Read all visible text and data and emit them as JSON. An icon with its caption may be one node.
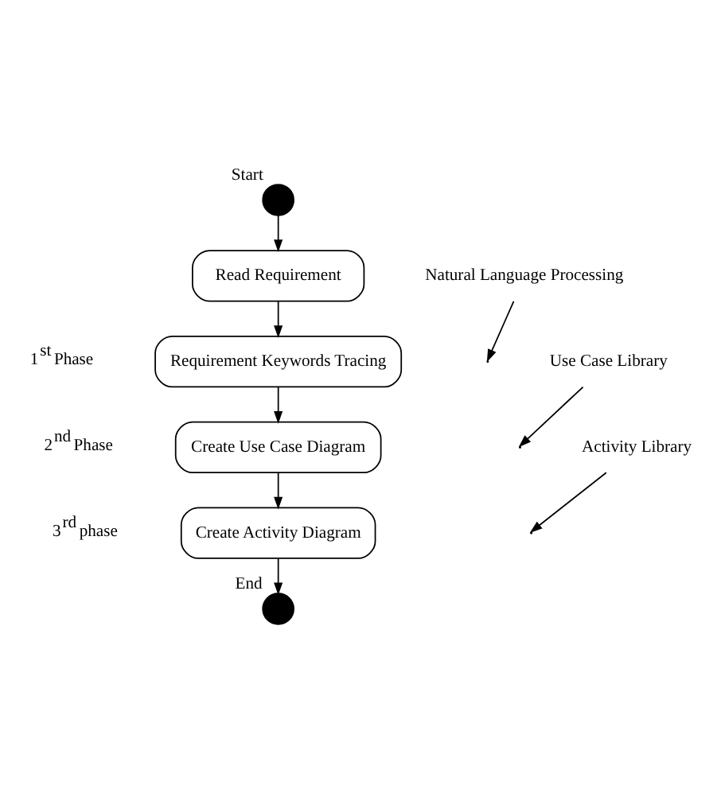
{
  "diagram": {
    "nodes": [
      {
        "text": [],
        "shape": "circle",
        "beside": [
          "Start"
        ]
      },
      {
        "text": [
          "Read Requirement"
        ]
      },
      {
        "text": [
          "Requirement Keywords Tracing"
        ]
      },
      {
        "text": [
          "Create Use Case Diagram"
        ]
      },
      {
        "text": [
          "Create Activity Diagram"
        ]
      },
      {
        "text": [],
        "shape": "circle",
        "beside": [
          "End"
        ]
      },
      {
        "text": [
          "Natural Language Processing"
        ]
      },
      {
        "text": [
          "Use Case Library"
        ]
      },
      {
        "text": [
          "Activity Library"
        ]
      }
    ],
    "edges": [
      {
        "from": 0,
        "to": 1,
        "arrow": "to"
      },
      {
        "from": 1,
        "to": 2,
        "arrow": "to"
      },
      {
        "from": 2,
        "to": 3,
        "arrow": "to"
      },
      {
        "from": 3,
        "to": 4,
        "arrow": "to"
      },
      {
        "from": 4,
        "to": 5,
        "arrow": "to"
      },
      {
        "from": 6,
        "to": null,
        "arrow": "to"
      },
      {
        "from": 7,
        "to": null,
        "arrow": "to"
      },
      {
        "from": 8,
        "to": null,
        "arrow": "to"
      }
    ],
    "labels": [
      "1$^{st}$ Phase",
      "2$^{nd}$ Phase",
      "3$^{rd}$ phase"
    ]
  }
}
